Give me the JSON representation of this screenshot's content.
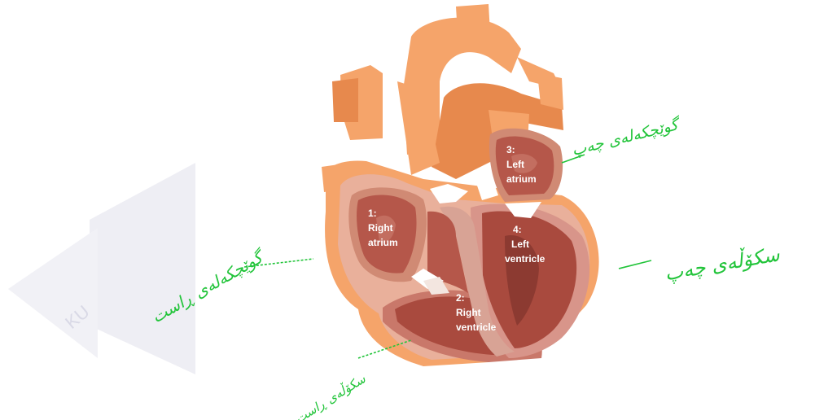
{
  "colors": {
    "vessel_orange": "#f5a46a",
    "vessel_shadow": "#e7894d",
    "wall": "#cf8a76",
    "wall_outer": "#e9b09b",
    "chamber": "#a94a3e",
    "chamber_dark": "#8c3a31",
    "valve": "#ffffff",
    "handwriting": "#22c43a",
    "watermark": "#e6e6ef"
  },
  "chambers": [
    {
      "number": "1:",
      "line1": "Right",
      "line2": "atrium"
    },
    {
      "number": "2:",
      "line1": "Right",
      "line2": "ventricle"
    },
    {
      "number": "3:",
      "line1": "Left",
      "line2": "atrium"
    },
    {
      "number": "4:",
      "line1": "Left",
      "line2": "ventricle"
    }
  ],
  "handwritten_notes": {
    "top_right": "گوێچکەلەی چەپ",
    "right": "سکۆڵەی چەپ",
    "left": "گوێچکەلەی ڕاست",
    "bottom": "سکۆڵەی ڕاست"
  },
  "watermark_text": "KU"
}
